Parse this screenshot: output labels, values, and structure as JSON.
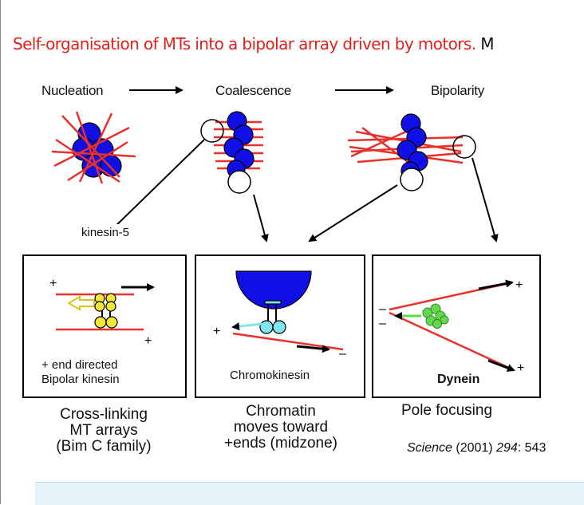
{
  "title": {
    "main": "Self-organisation of MTs into a bipolar array driven by motors.",
    "trailing": "M"
  },
  "stages": [
    "Nucleation",
    "Coalescence",
    "Bipolarity"
  ],
  "motor_label": "kinesin-5",
  "boxes": [
    {
      "label_line1": "+ end directed",
      "label_line2": "Bipolar kinesin",
      "plus_mark": "+"
    },
    {
      "label": "Chromokinesin",
      "plus_mark": "+",
      "minus_mark": "–"
    },
    {
      "label": "Dynein",
      "plus_mark": "+",
      "minus_mark": "–"
    }
  ],
  "captions": [
    [
      "Cross-linking",
      "MT arrays",
      "(Bim C family)"
    ],
    [
      "Chromatin",
      "moves toward",
      "+ends (midzone)"
    ],
    [
      "Pole focusing"
    ]
  ],
  "citation": {
    "journal": "Science",
    "year": " (2001) ",
    "volume": "294",
    "pages": ": 543"
  },
  "colors": {
    "title": "#e0201c",
    "microtubule": "#e8312a",
    "chromatin": "#1010e6",
    "motor_yellow": "#f2e63a",
    "motor_cyan": "#7fe6f0",
    "dynein_green": "#63d84a"
  }
}
